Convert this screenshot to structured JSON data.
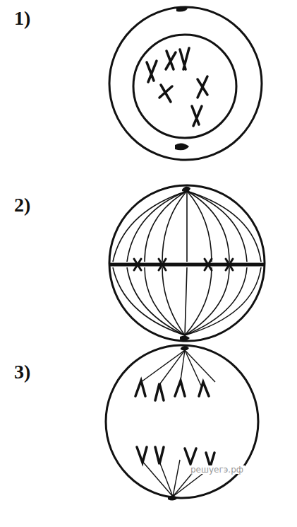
{
  "diagram": {
    "labels": [
      "1)",
      "2)",
      "3)",
      "решуегэ.рф"
    ]
  }
}
